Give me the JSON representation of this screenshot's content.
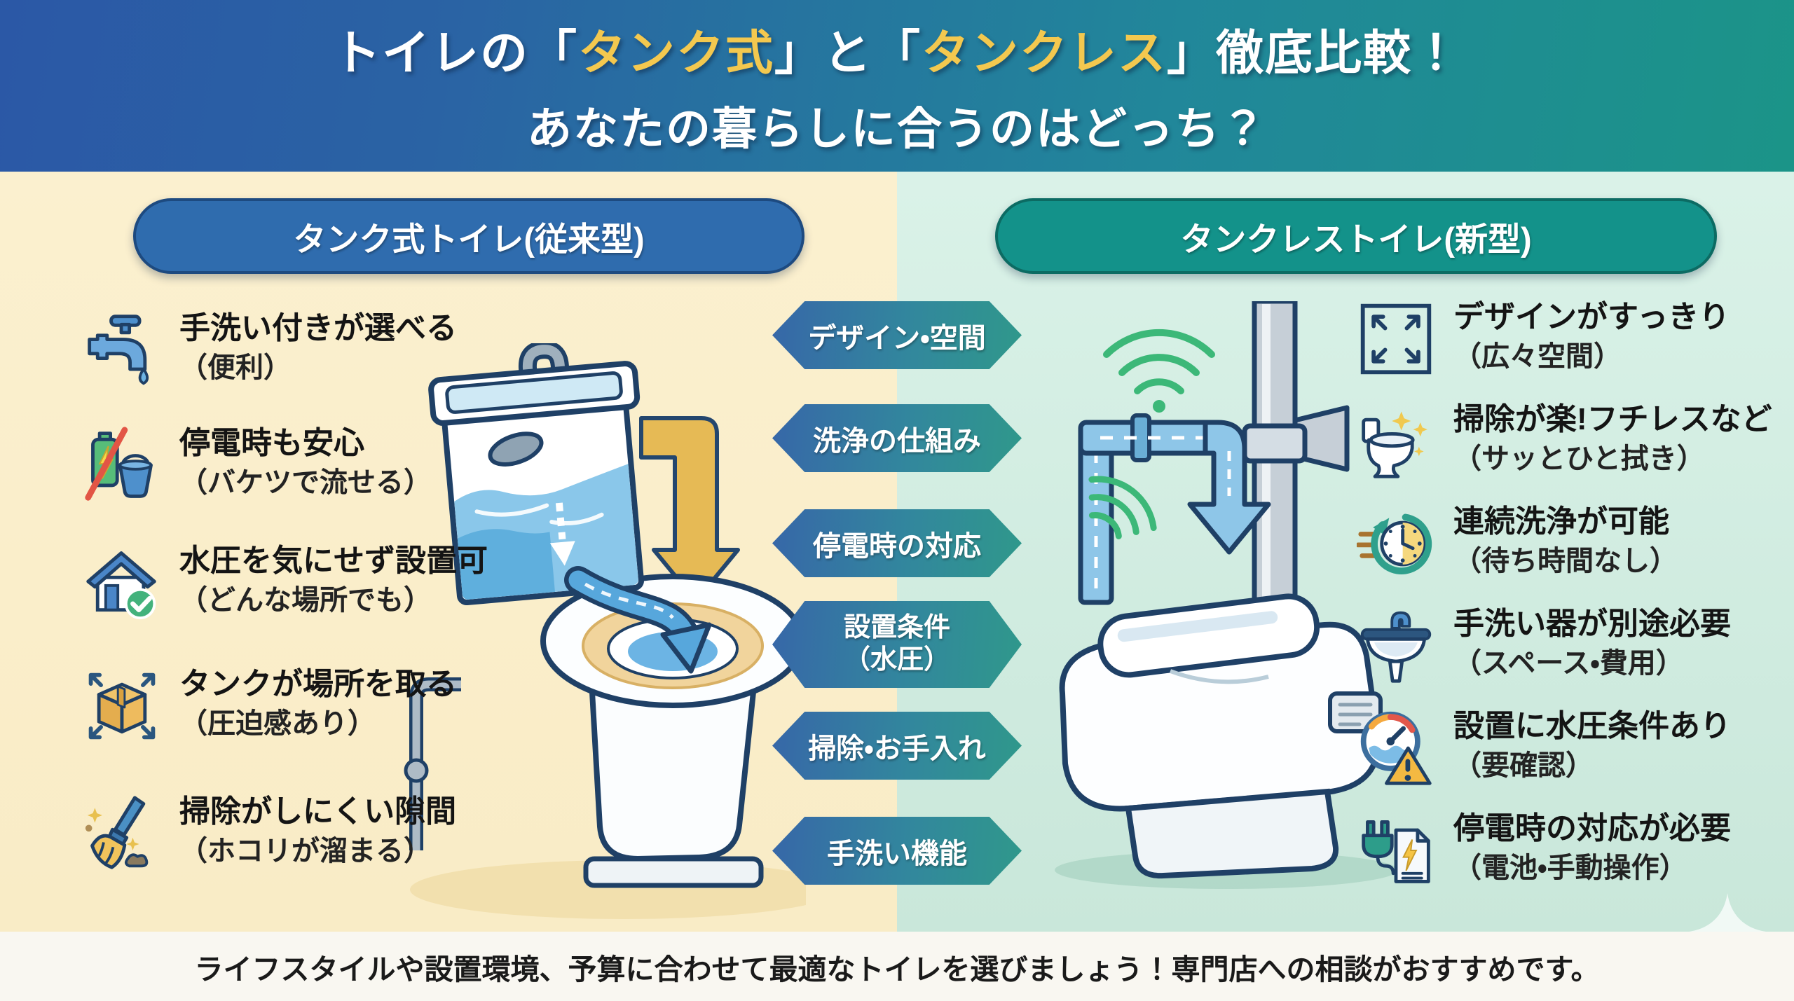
{
  "header": {
    "title_line1": [
      {
        "text": "トイレの「",
        "highlight": false
      },
      {
        "text": "タンク式",
        "highlight": true
      },
      {
        "text": "」と「",
        "highlight": false
      },
      {
        "text": "タンクレス",
        "highlight": true
      },
      {
        "text": "」徹底比較！",
        "highlight": false
      }
    ],
    "title_line2": "あなたの暮らしに合うのはどっち？"
  },
  "left_panel": {
    "header": "タンク式トイレ(従来型)",
    "items": [
      {
        "icon": "faucet-icon",
        "title": "手洗い付きが選べる",
        "note": "（便利）"
      },
      {
        "icon": "power-outage-bucket-icon",
        "title": "停電時も安心",
        "note": "（バケツで流せる）"
      },
      {
        "icon": "house-check-icon",
        "title": "水圧を気にせず設置可",
        "note": "（どんな場所でも）"
      },
      {
        "icon": "box-space-icon",
        "title": "タンクが場所を取る",
        "note": "（圧迫感あり）"
      },
      {
        "icon": "broom-sparkle-icon",
        "title": "掃除がしにくい隙間",
        "note": "（ホコリが溜まる）"
      }
    ]
  },
  "right_panel": {
    "header": "タンクレストイレ(新型)",
    "items": [
      {
        "icon": "expand-space-icon",
        "title": "デザインがすっきり",
        "note": "（広々空間）"
      },
      {
        "icon": "toilet-sparkle-icon",
        "title": "掃除が楽!フチレスなど",
        "note": "（サッとひと拭き）"
      },
      {
        "icon": "speed-clock-icon",
        "title": "連続洗浄が可能",
        "note": "（待ち時間なし）"
      },
      {
        "icon": "sink-icon",
        "title": "手洗い器が別途必要",
        "note": "（スペース・費用）"
      },
      {
        "icon": "gauge-warning-icon",
        "title": "設置に水圧条件あり",
        "note": "（要確認）"
      },
      {
        "icon": "plug-document-icon",
        "title": "停電時の対応が必要",
        "note": "（電池・手動操作）"
      }
    ]
  },
  "comparison_badges": [
    {
      "label": "デザイン・空間",
      "sublabel": ""
    },
    {
      "label": "洗浄の仕組み",
      "sublabel": ""
    },
    {
      "label": "停電時の対応",
      "sublabel": ""
    },
    {
      "label": "設置条件",
      "sublabel": "（水圧）"
    },
    {
      "label": "掃除・お手入れ",
      "sublabel": ""
    },
    {
      "label": "手洗い機能",
      "sublabel": ""
    }
  ],
  "footer": {
    "text": "ライフスタイルや設置環境、予算に合わせて最適なトイレを選びましょう！専門店への相談がおすすめです。"
  },
  "colors": {
    "header_gradient_start": "#2b58a6",
    "header_gradient_end": "#1b9488",
    "title_highlight": "#f3c84f",
    "left_panel_bg": "#fbeecb",
    "right_panel_bg": "#cdeadf",
    "left_pill": "#2f6cae",
    "right_pill": "#13928a",
    "badge_gradient_start": "#3767a8",
    "badge_gradient_end": "#2f988b",
    "footer_bg": "#f9f7f1"
  }
}
